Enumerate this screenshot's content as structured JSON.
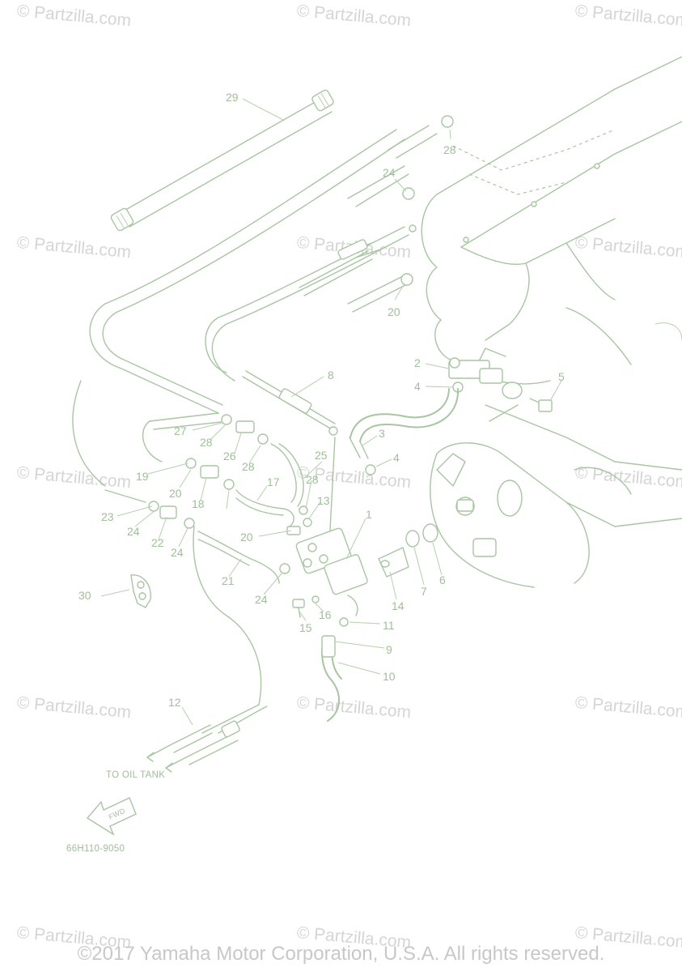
{
  "watermark": "© Partzilla.com",
  "copyright": "©2017 Yamaha Motor Corporation, U.S.A. All rights reserved.",
  "diagram": {
    "part_code": "66H110-9050",
    "to_oil_tank_label": "TO OIL TANK",
    "fwd_label": "FWD",
    "callouts": [
      "29",
      "28",
      "24",
      "20",
      "2",
      "4",
      "5",
      "8",
      "3",
      "4",
      "25",
      "27",
      "28",
      "26",
      "28",
      "19",
      "20",
      "18",
      "17",
      "28",
      "13",
      "1",
      "23",
      "24",
      "22",
      "24",
      "20",
      "21",
      "24",
      "30",
      "14",
      "7",
      "6",
      "16",
      "15",
      "11",
      "9",
      "10",
      "12"
    ]
  },
  "colors": {
    "line": "#a7c6a1",
    "label": "#9fbf99",
    "watermark": "#d5d5d5",
    "copyright": "#c8c8c8"
  }
}
